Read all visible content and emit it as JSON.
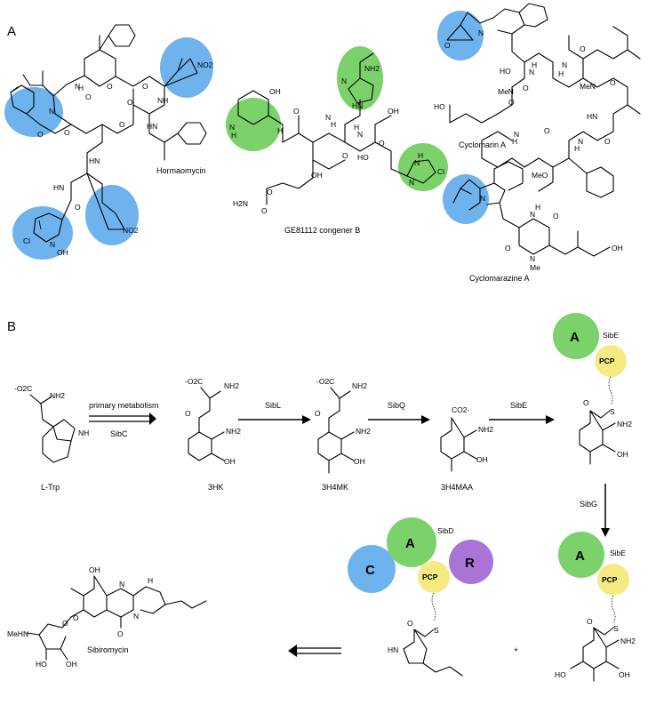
{
  "panels": {
    "a": "A",
    "b": "B"
  },
  "colors": {
    "blue": "#6fb3ee",
    "green": "#7bd26a",
    "purple": "#a974d6",
    "yellow": "#f6ea82",
    "black": "#000000"
  },
  "compounds": {
    "hormaomycin": "Hormaomycin",
    "ge81112": "GE81112 congener B",
    "cyclomarin": "Cyclomarin A",
    "cyclomarazine": "Cyclomarazine A",
    "ltrp": "L-Trp",
    "hk3": "3HK",
    "h4mk3": "3H4MK",
    "h4maa3": "3H4MAA",
    "sibiromycin": "Sibiromycin"
  },
  "arrows": {
    "primary_metabolism": "primary metabolism",
    "sibc": "SibC",
    "sibl": "SibL",
    "sibq": "SibQ",
    "sibe": "SibE",
    "sibg": "SibG",
    "plus": "+"
  },
  "domains": {
    "a": "A",
    "pcp": "PCP",
    "c": "C",
    "r": "R",
    "sibe": "SibE",
    "sibd": "SibD"
  },
  "atoms": {
    "no2": "NO2",
    "nh2": "NH2",
    "nh": "NH",
    "hn": "HN",
    "n": "N",
    "o": "O",
    "oh": "OH",
    "ho": "HO",
    "cl": "Cl",
    "h": "H",
    "s": "S",
    "me": "Me",
    "men": "MeN",
    "meo": "MeO",
    "mehn": "MeHN",
    "h2n": "H2N",
    "co2": "-O2C",
    "co2m": "CO2-"
  }
}
